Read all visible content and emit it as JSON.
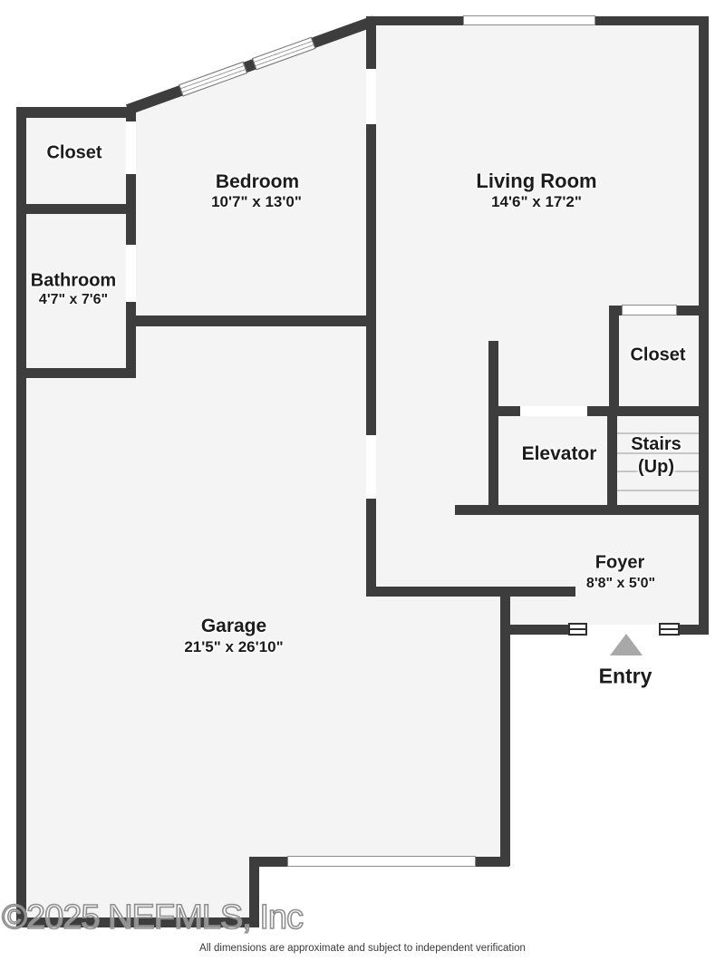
{
  "rooms": {
    "closet_tl": {
      "label": "Closet"
    },
    "bedroom": {
      "label": "Bedroom",
      "dims": "10'7\" x 13'0\""
    },
    "bathroom": {
      "label": "Bathroom",
      "dims": "4'7\" x 7'6\""
    },
    "living_room": {
      "label": "Living Room",
      "dims": "14'6\" x 17'2\""
    },
    "closet_right": {
      "label": "Closet"
    },
    "elevator": {
      "label": "Elevator"
    },
    "stairs": {
      "label": "Stairs",
      "sublabel": "(Up)"
    },
    "foyer": {
      "label": "Foyer",
      "dims": "8'8\" x 5'0\""
    },
    "garage": {
      "label": "Garage",
      "dims": "21'5\" x 26'10\""
    }
  },
  "entry": {
    "label": "Entry"
  },
  "watermark": {
    "text": "©2025 NEFMLS, Inc"
  },
  "footer": {
    "text": "All dimensions are approximate and subject to independent verification"
  },
  "icons": {
    "entry_arrow": "triangle-up-arrow",
    "entry_doors": "door-frame",
    "windows": "window-glazing"
  },
  "colors": {
    "wall": "#3d3d3d",
    "floor": "#f4f4f4",
    "entry_arrow": "#a8a8a8",
    "stair_line": "#c6c6c6"
  }
}
